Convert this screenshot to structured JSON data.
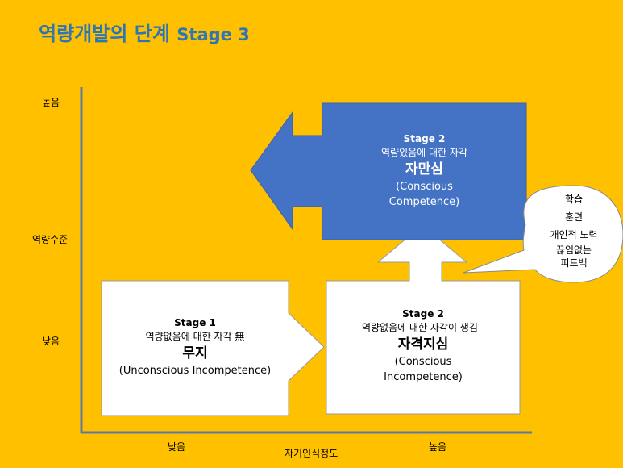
{
  "title": {
    "ko": "역량개발의 단계",
    "en": "Stage 3"
  },
  "axes": {
    "y_label": "역량수준",
    "y_high": "높음",
    "y_low": "낮음",
    "x_label": "자기인식정도",
    "x_low": "낮음",
    "x_high": "높음"
  },
  "stage1": {
    "stage": "Stage 1",
    "desc": "역량없음에 대한 자각 無",
    "name": "무지",
    "en": "(Unconscious Incompetence)"
  },
  "stage2a": {
    "stage": "Stage 2",
    "desc": "역량없음에 대한 자각이 생김 -",
    "name": "자격지심",
    "en1": "(Conscious",
    "en2": "Incompetence)"
  },
  "stage2b": {
    "stage": "Stage 2",
    "desc": "역량있음에 대한 자각",
    "name": "자만심",
    "en1": "(Conscious",
    "en2": "Competence)"
  },
  "bubble": {
    "items": [
      "학습",
      "훈련",
      "개인적 노력",
      "끊임없는",
      "피드백"
    ]
  },
  "colors": {
    "background": "#FFC000",
    "title": "#2E75B6",
    "blue_box": "#4472C4",
    "axis": "#5B7BA6"
  }
}
